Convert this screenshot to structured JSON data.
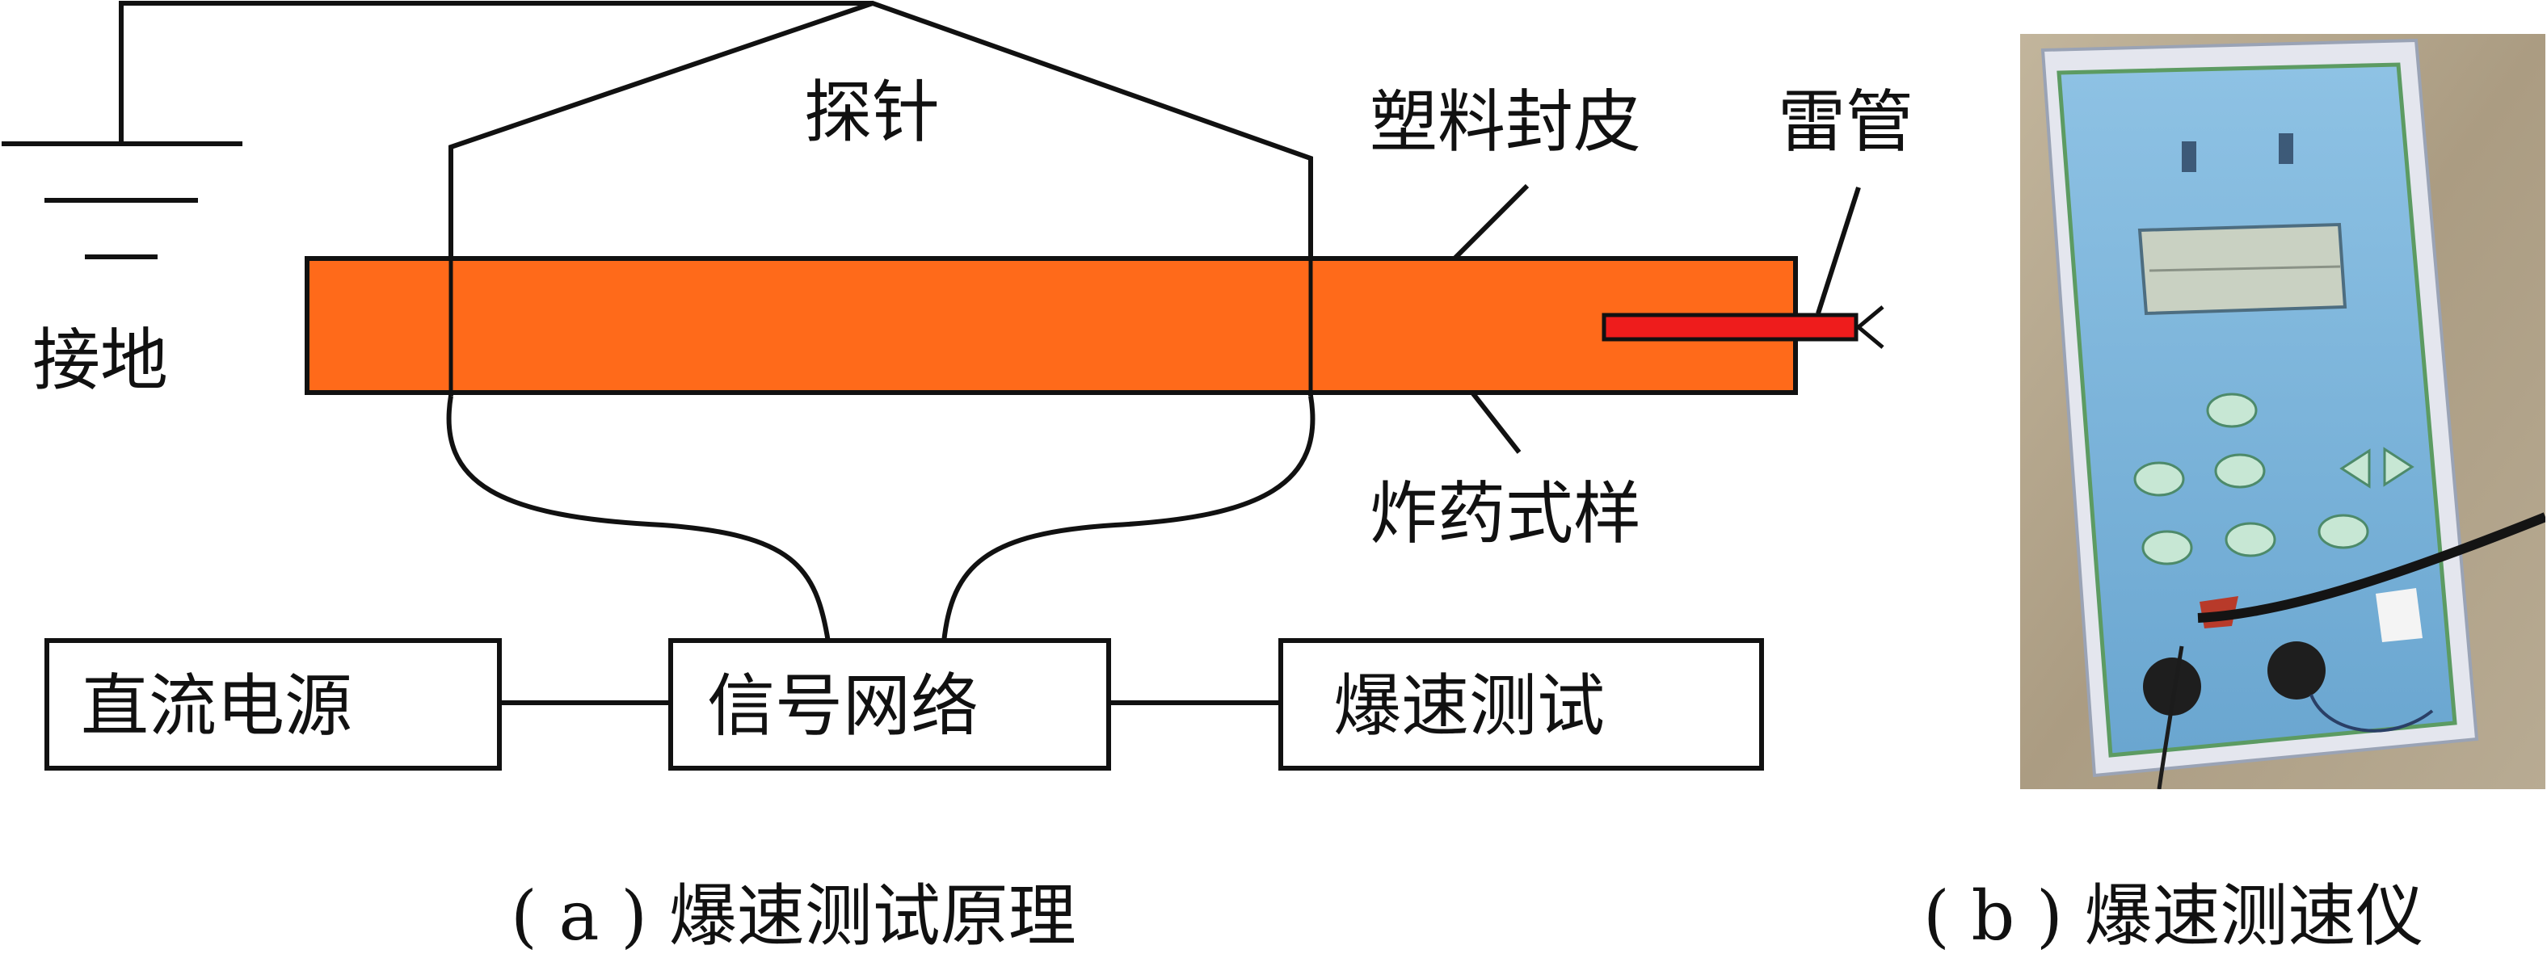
{
  "diagram": {
    "labels": {
      "ground": "接地",
      "probe": "探针",
      "plastic_sheath": "塑料封皮",
      "detonator": "雷管",
      "explosive_sample": "炸药式样"
    },
    "boxes": {
      "dc_power": "直流电源",
      "signal_network": "信号网络",
      "velocity_test": "爆速测试"
    },
    "captions": {
      "a": "( a ) 爆速测试原理",
      "b": "( b ) 爆速测速仪"
    },
    "colors": {
      "explosive": "#ff6a1a",
      "detonator": "#ee1c1c",
      "line": "#111111",
      "device_body": "#7fb4d8",
      "device_frame": "#e8e8ee",
      "ground_bg": "#b7a98f"
    },
    "device_keypad_icons": [
      "arrow-left-icon",
      "arrow-right-icon"
    ]
  }
}
